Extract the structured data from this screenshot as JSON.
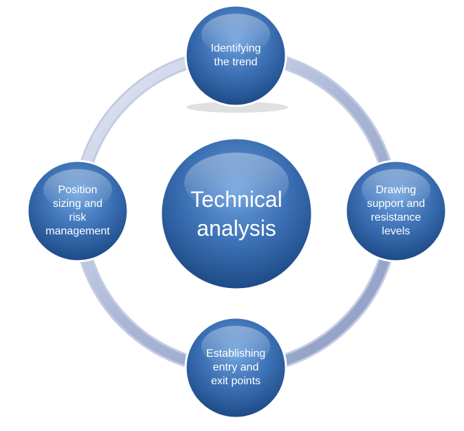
{
  "diagram": {
    "center": {
      "line1": "Technical",
      "line2": "analysis"
    },
    "nodes": {
      "top": {
        "lines": [
          "Identifying",
          "the trend"
        ]
      },
      "right": {
        "lines": [
          "Drawing",
          "support and",
          "resistance",
          "levels"
        ]
      },
      "bottom": {
        "lines": [
          "Establishing",
          "entry and",
          "exit points"
        ]
      },
      "left": {
        "lines": [
          "Position",
          "sizing and",
          "risk",
          "management"
        ]
      }
    },
    "colors": {
      "node_fill_light": "#5a8fd0",
      "node_fill_dark": "#1e4f8f",
      "node_border": "#ffffff",
      "ring_light": "#dfe5f3",
      "ring_dark": "#98a6cc",
      "text": "#ffffff"
    }
  }
}
